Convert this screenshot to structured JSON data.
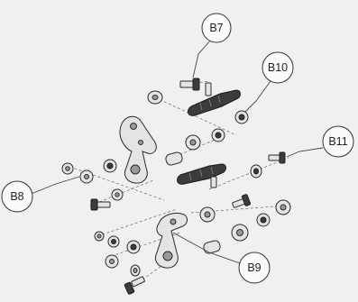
{
  "callouts": {
    "b7": "B7",
    "b8": "B8",
    "b9": "B9",
    "b10": "B10",
    "b11": "B11"
  }
}
